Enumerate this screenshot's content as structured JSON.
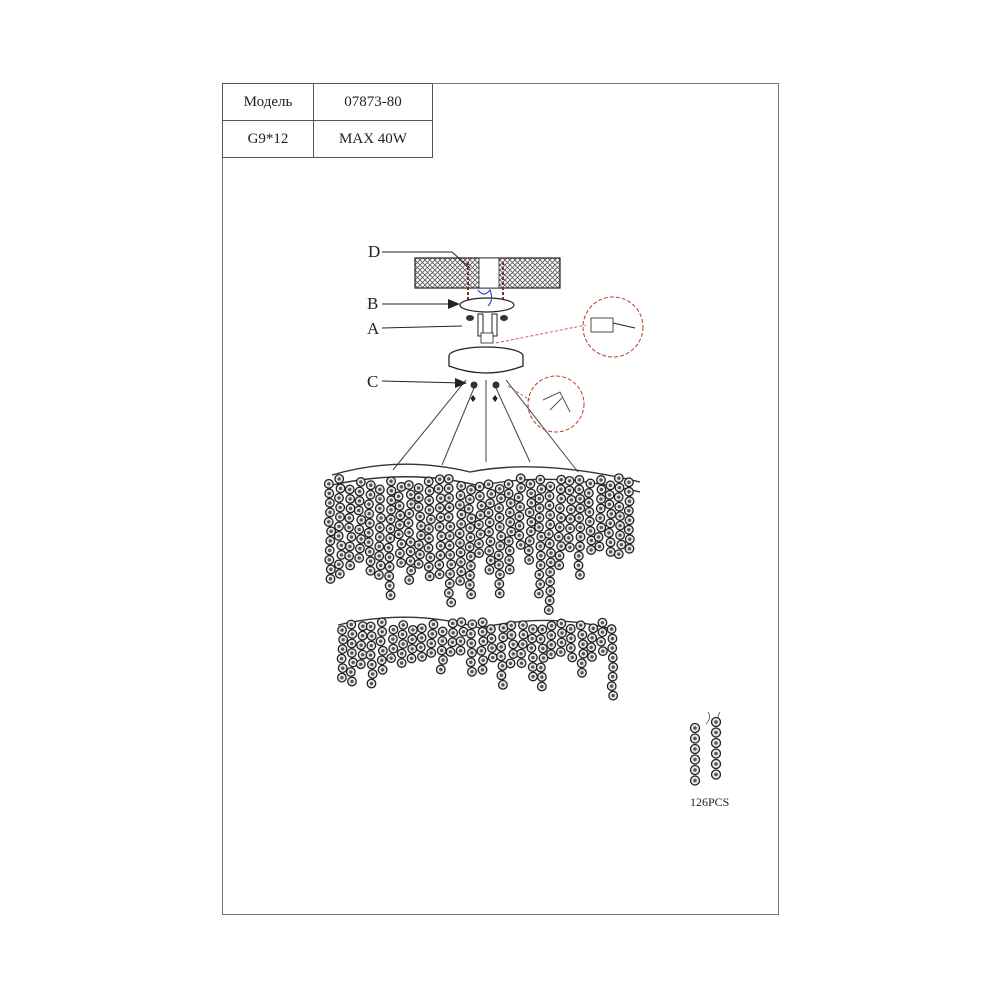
{
  "spec": {
    "model_label": "Модель",
    "model_value": "07873-80",
    "bulb": "G9*12",
    "power": "MAX 40W"
  },
  "callouts": {
    "d": "D",
    "b": "B",
    "a": "A",
    "c": "C"
  },
  "parts": {
    "crystal_count": "126PCS"
  },
  "colors": {
    "line": "#222222",
    "detail_circle": "#c0392b",
    "wire": "#3b4cc0",
    "bolt": "#8b2c2c"
  }
}
